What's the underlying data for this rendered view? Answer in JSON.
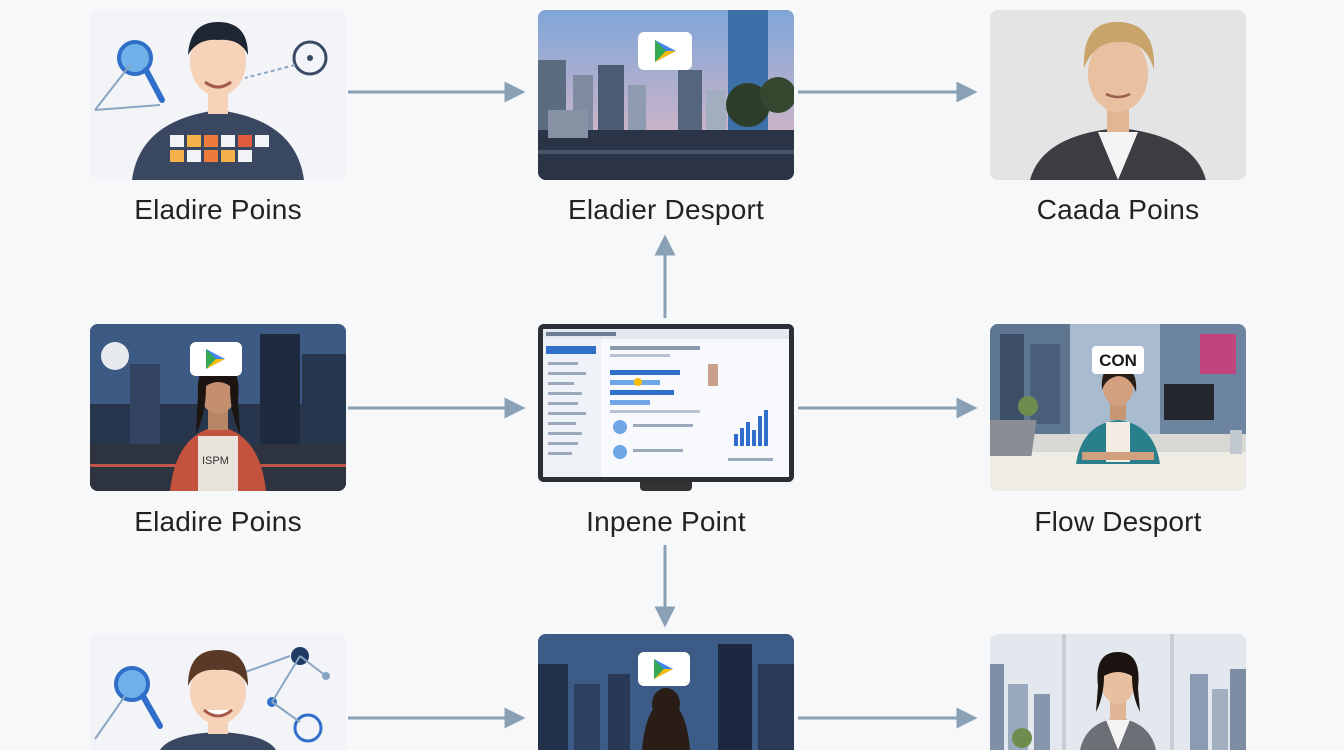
{
  "nodes": {
    "top_left": {
      "label": "Eladire Poins"
    },
    "top_center": {
      "label": "Eladier Desport"
    },
    "top_right": {
      "label": "Caada Poins"
    },
    "mid_left": {
      "label": "Eladire Poins",
      "shirt_text": "ISPM"
    },
    "mid_center": {
      "label": "Inpene Point"
    },
    "mid_right": {
      "label": "Flow Desport",
      "sign_text": "CON"
    },
    "bot_left": {
      "label": ""
    },
    "bot_center": {
      "label": ""
    },
    "bot_right": {
      "label": ""
    }
  },
  "colors": {
    "arrow": "#8aa0b4",
    "background": "#f7f8fa",
    "play_green": "#34a853",
    "play_yellow": "#fbbc04",
    "play_blue": "#4285f4",
    "chart_blue": "#2f6fc9"
  },
  "icons": [
    "play-icon",
    "magnifier-icon",
    "network-node-icon"
  ]
}
